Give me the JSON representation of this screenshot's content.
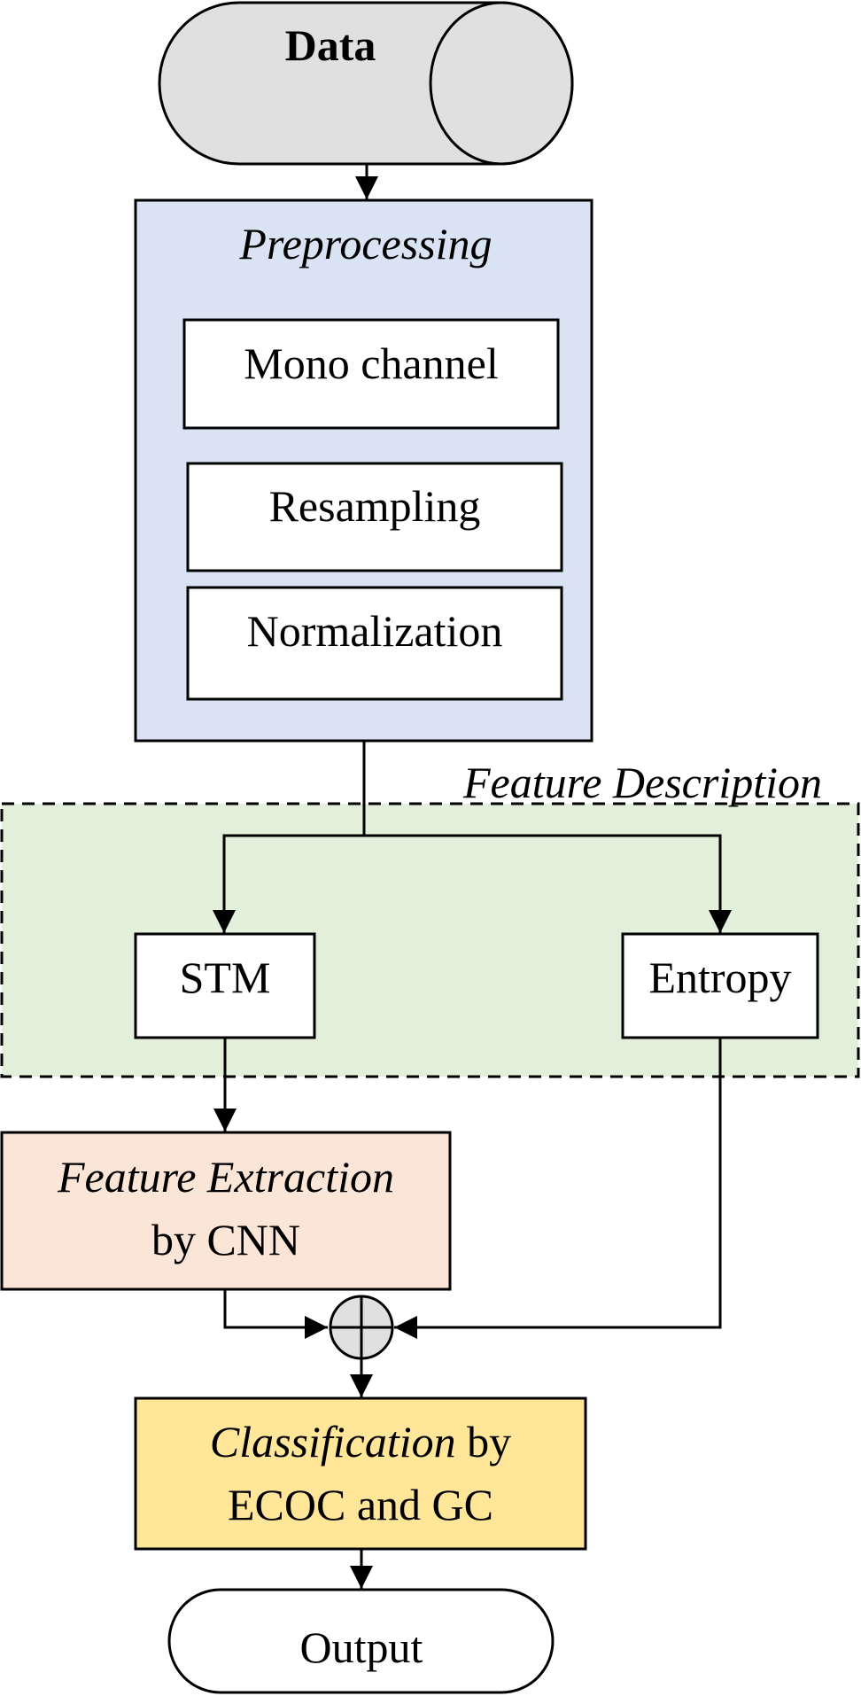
{
  "data_node": {
    "label": "Data"
  },
  "preprocessing": {
    "title": "Preprocessing",
    "steps": [
      "Mono channel",
      "Resampling",
      "Normalization"
    ]
  },
  "feature_description": {
    "title": "Feature Description",
    "stm": "STM",
    "entropy": "Entropy"
  },
  "feature_extraction": {
    "title": "Feature Extraction",
    "subtitle": "by CNN"
  },
  "classification": {
    "title_italic": "Classification",
    "title_rest": " by",
    "line2": "ECOC and GC"
  },
  "output_node": {
    "label": "Output"
  },
  "colors": {
    "preprocessing_fill": "#dae3f3",
    "feature_description_fill": "#e2efda",
    "feature_extraction_fill": "#fbe5d6",
    "classification_fill": "#ffe699",
    "data_fill": "#e0e0e0",
    "stroke": "#000000"
  }
}
